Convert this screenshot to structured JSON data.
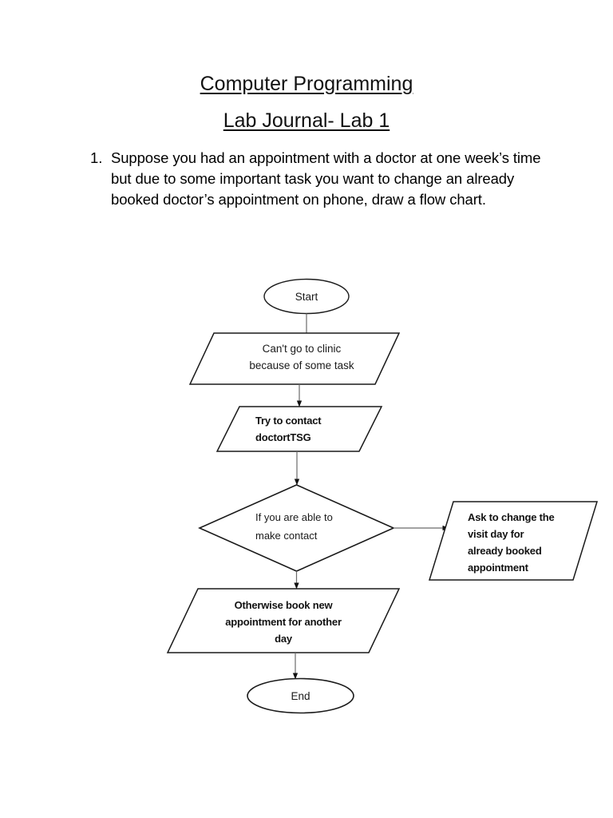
{
  "document": {
    "title_line1": "Computer Programming",
    "title_line2": "Lab Journal- Lab 1",
    "question_number": "1.",
    "question_text": "Suppose you had an appointment with a doctor at one week’s time but due to some important task you want to change an already booked doctor’s appointment on phone, draw a flow chart."
  },
  "flowchart": {
    "nodes": {
      "start": {
        "shape": "oval",
        "label": "Start"
      },
      "cant_go": {
        "shape": "parallelogram",
        "line1": "Can't go to clinic",
        "line2": "because of some task"
      },
      "try_contact": {
        "shape": "parallelogram",
        "line1": "Try to contact",
        "line2": "doctortTSG"
      },
      "decision": {
        "shape": "diamond",
        "line1": "If you are able to",
        "line2": "make contact"
      },
      "ask_change": {
        "shape": "parallelogram",
        "line1": "Ask to change the",
        "line2": "visit day for",
        "line3": "already booked",
        "line4": "appointment"
      },
      "otherwise_book": {
        "shape": "parallelogram",
        "line1": "Otherwise book new",
        "line2": "appointment for another",
        "line3": "day"
      },
      "end": {
        "shape": "oval",
        "label": "End"
      }
    },
    "colors": {
      "stroke": "#1a1a1a",
      "connector": "#3c3c3c",
      "fill": "#ffffff"
    }
  }
}
